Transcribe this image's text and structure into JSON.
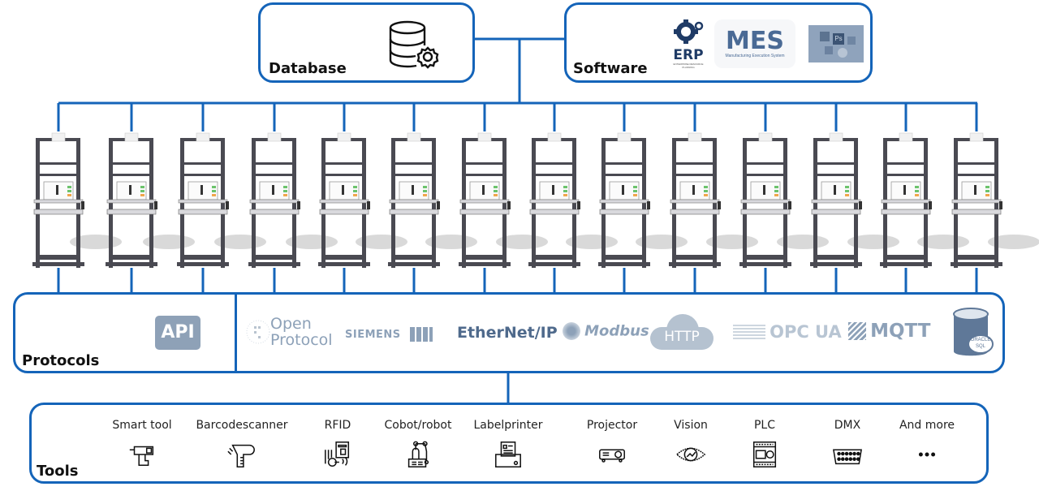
{
  "diagram": {
    "accent_color": "#1464b9",
    "database": {
      "title": "Database",
      "icon": "database-gear-icon"
    },
    "software": {
      "title": "Software",
      "logos": [
        {
          "name": "ERP",
          "subtitle": "ENTERPRISE RESOURCE PLANNING"
        },
        {
          "name": "MES",
          "subtitle": "Manufacturing Execution System"
        },
        {
          "name": "office-apps",
          "subtitle": ""
        }
      ]
    },
    "stations": {
      "count": 14,
      "label": "workstation"
    },
    "protocols": {
      "title": "Protocols",
      "items": [
        {
          "id": "api",
          "label": "API"
        },
        {
          "id": "open-protocol",
          "label": "Open Protocol"
        },
        {
          "id": "siemens",
          "label": "SIEMENS"
        },
        {
          "id": "ethernet-ip",
          "label": "EtherNet/IP"
        },
        {
          "id": "modbus",
          "label": "Modbus"
        },
        {
          "id": "http",
          "label": "HTTP"
        },
        {
          "id": "opc-ua",
          "label": "OPC UA"
        },
        {
          "id": "mqtt",
          "label": "MQTT"
        },
        {
          "id": "oracle-sql",
          "label": "ORACLE SQL"
        }
      ]
    },
    "tools": {
      "title": "Tools",
      "items": [
        {
          "label": "Smart tool",
          "icon": "drill-icon"
        },
        {
          "label": "Barcodescanner",
          "icon": "barcode-scanner-icon"
        },
        {
          "label": "RFID",
          "icon": "rfid-icon"
        },
        {
          "label": "Cobot/robot",
          "icon": "robot-arm-icon"
        },
        {
          "label": "Labelprinter",
          "icon": "label-printer-icon"
        },
        {
          "label": "Projector",
          "icon": "projector-icon"
        },
        {
          "label": "Vision",
          "icon": "vision-eye-icon"
        },
        {
          "label": "PLC",
          "icon": "plc-icon"
        },
        {
          "label": "DMX",
          "icon": "dmx-icon"
        },
        {
          "label": "And more",
          "icon": "more-dots-icon"
        }
      ]
    }
  }
}
